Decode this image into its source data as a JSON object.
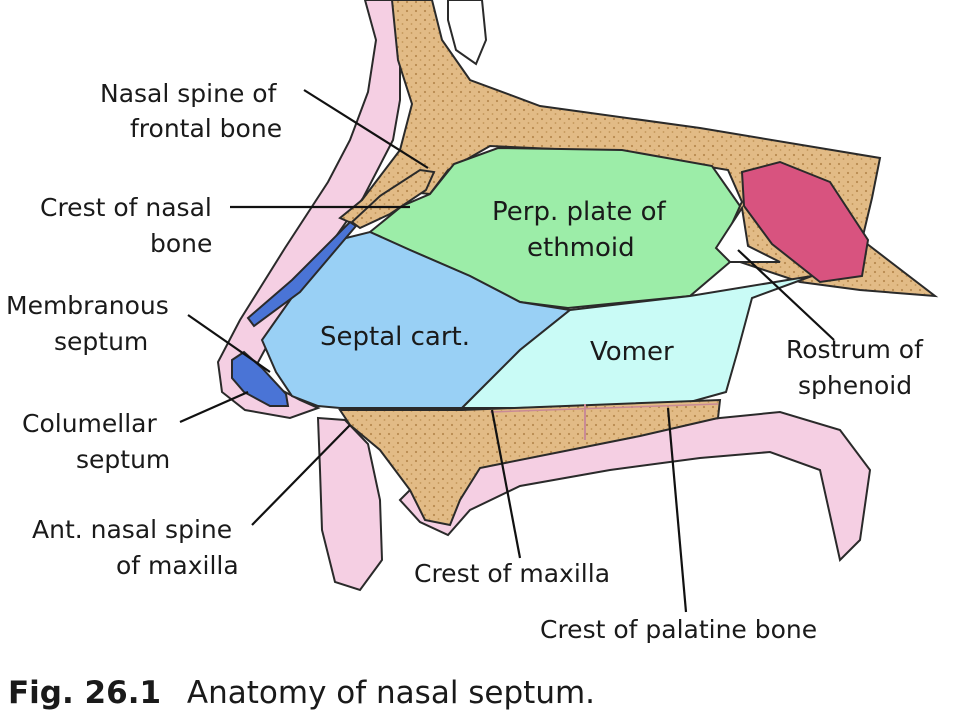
{
  "labels": {
    "nasal_spine_frontal_1": "Nasal spine of",
    "nasal_spine_frontal_2": "frontal bone",
    "crest_nasal_bone_1": "Crest of nasal",
    "crest_nasal_bone_2": "bone",
    "membranous_septum_1": "Membranous",
    "membranous_septum_2": "septum",
    "columellar_septum_1": "Columellar",
    "columellar_septum_2": "septum",
    "ant_nasal_spine_1": "Ant. nasal spine",
    "ant_nasal_spine_2": "of maxilla",
    "crest_maxilla": "Crest of maxilla",
    "crest_palatine": "Crest of palatine bone",
    "rostrum_1": "Rostrum of",
    "rostrum_2": "sphenoid"
  },
  "regions": {
    "perp_plate_1": "Perp. plate of",
    "perp_plate_2": "ethmoid",
    "septal_cart": "Septal cart.",
    "vomer": "Vomer"
  },
  "caption": {
    "fig_no": "Fig. 26.1",
    "text": "Anatomy of nasal septum."
  },
  "colors": {
    "bone": "#e2bb86",
    "bone_dots": "#b88a50",
    "skin": "#f5cfe3",
    "ethmoid": "#9ceda8",
    "cartilage": "#99d0f5",
    "vomer": "#c9fbf6",
    "sinus": "#d8537f",
    "membranous": "#4a74d6"
  }
}
